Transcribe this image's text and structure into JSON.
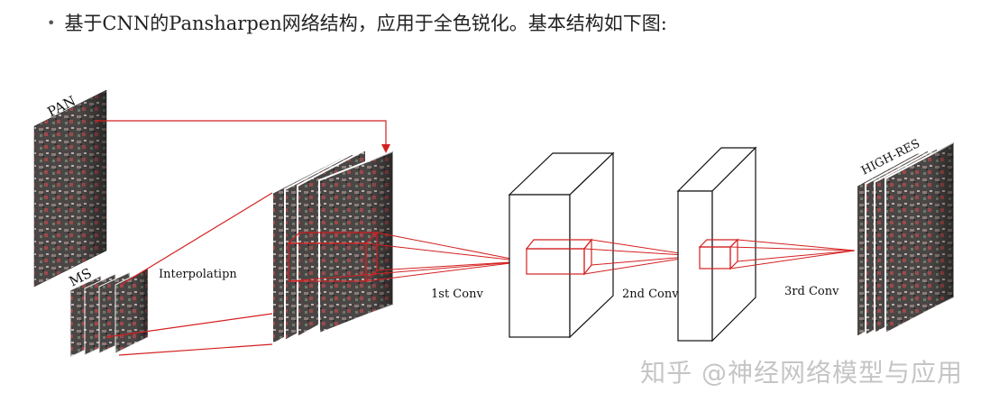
{
  "heading": {
    "bullet": "•",
    "text": "基于CNN的Pansharpen网络结构，应用于全色锐化。基本结构如下图:"
  },
  "diagram": {
    "pan_label": "PAN",
    "ms_label": "MS",
    "interpolation_label": "Interpolatipn",
    "conv1_label": "1st Conv",
    "conv2_label": "2nd Conv",
    "conv3_label": "3rd Conv",
    "output_label": "HIGH-RES",
    "line_color": "#d42020",
    "image_colors": [
      "#3a3a3a",
      "#7a6a66",
      "#9a4444",
      "#6e7e6e"
    ]
  },
  "watermark": "知乎 @神经网络模型与应用"
}
